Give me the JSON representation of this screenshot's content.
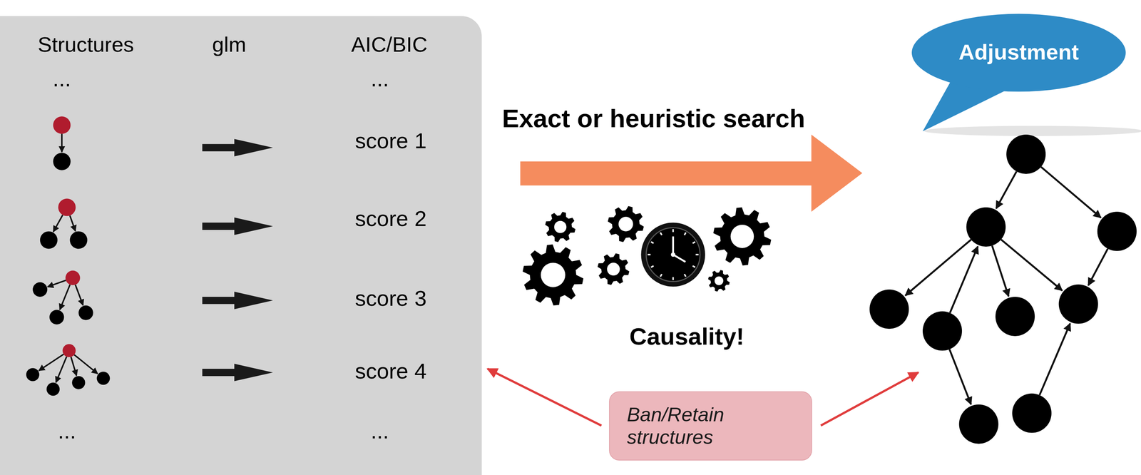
{
  "diagram": {
    "nodes": [
      {
        "text": [
          "Structures",
          "glm",
          "AIC/BIC",
          "...",
          "...",
          "score 1",
          "score 2",
          "score 3",
          "score 4",
          "...",
          "..."
        ]
      },
      {
        "text": [
          "Adjustment"
        ]
      },
      {
        "text": [
          "Ban/Retain structures"
        ]
      }
    ],
    "edges": [
      {
        "from": 2,
        "to": 0,
        "arrow": "to"
      }
    ],
    "labels": [
      "Exact or heuristic search",
      "Causality!"
    ]
  }
}
